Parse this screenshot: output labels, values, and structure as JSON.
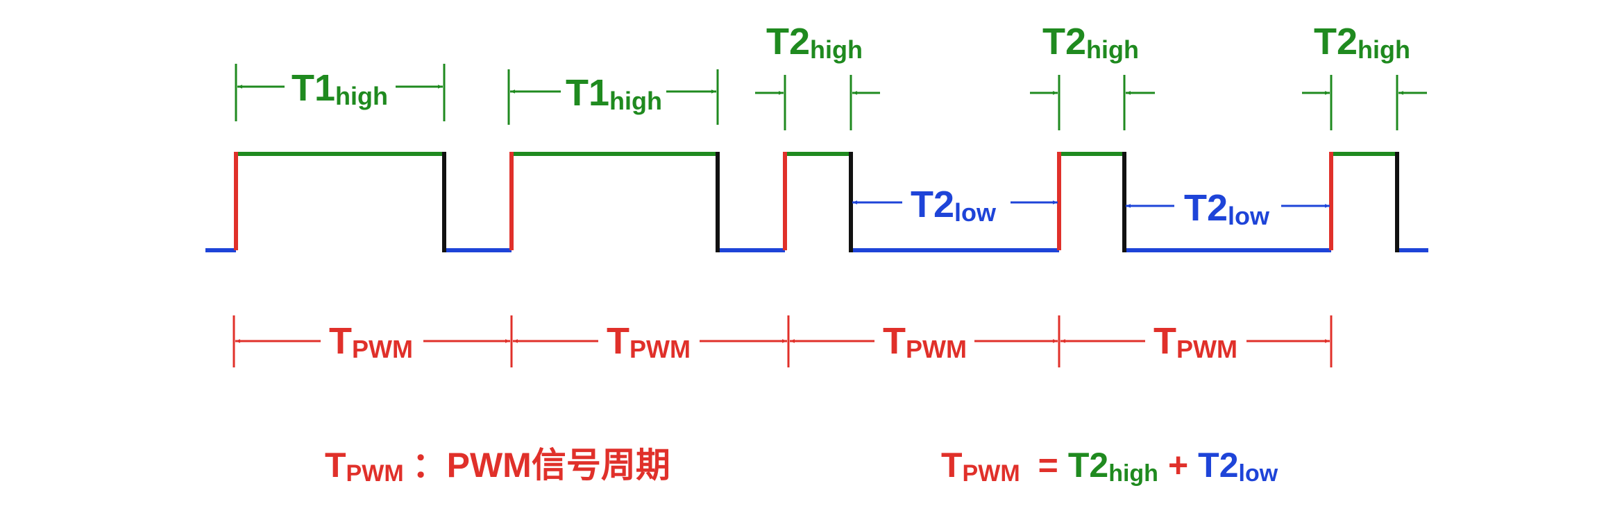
{
  "labels": {
    "t1": "T1",
    "t2": "T2",
    "high": "high",
    "low": "low",
    "t": "T",
    "pwm": "PWM"
  },
  "caption_left": {
    "t": "T",
    "sub": "PWM",
    "text": "：PWM信号周期"
  },
  "caption_right": {
    "t": "T",
    "sub": "PWM",
    "equals": "=",
    "t2": "T2",
    "high": "high",
    "plus": "+",
    "t2b": "T2",
    "low": "low"
  },
  "colors": {
    "high_level": "#1f8a1f",
    "low_level": "#1e44d8",
    "rising_edge": "#e0302a",
    "falling_edge": "#111111",
    "period": "#e0302a"
  }
}
